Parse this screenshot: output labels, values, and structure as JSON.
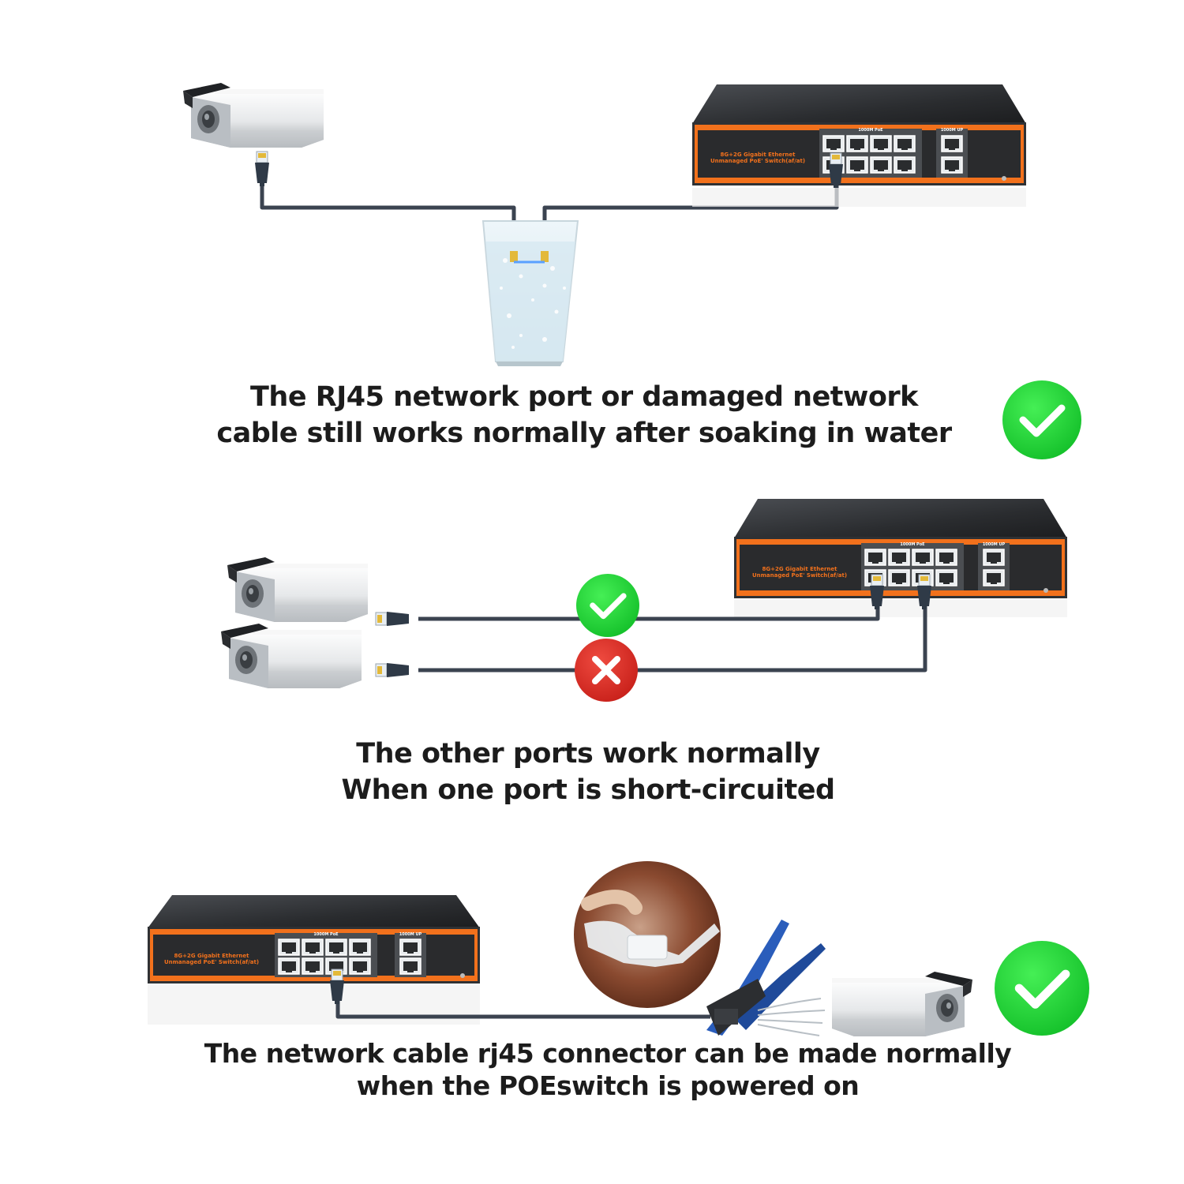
{
  "colors": {
    "switch_body": "#2f3134",
    "switch_accent": "#f2711c",
    "cable": "#3b4350",
    "check_green": "#22d63a",
    "cross_red": "#e0302a",
    "water": "#dfeef5"
  },
  "icons": [
    "camera-icon",
    "poe-switch-icon",
    "water-glass-icon",
    "check-icon",
    "cross-icon",
    "crimping-tool-icon",
    "rj45-connector-icon"
  ],
  "switch": {
    "model_line1": "8G+2G Gigabit Ethernet",
    "model_line2": "Unmanaged PoE' Switch(af/at)",
    "poe_label": "1000M PoE",
    "uplink_label": "1000M UP"
  },
  "panels": [
    {
      "caption_lines": [
        "The RJ45 network port or damaged network",
        "cable still works normally after soaking in water"
      ],
      "status": "check"
    },
    {
      "caption_lines": [
        "The other ports work normally",
        "When one port is short-circuited"
      ],
      "status": [
        "check",
        "cross"
      ]
    },
    {
      "caption_lines": [
        "The network cable rj45 connector can be made normally",
        "when the POEswitch is powered on"
      ],
      "status": "check"
    }
  ]
}
